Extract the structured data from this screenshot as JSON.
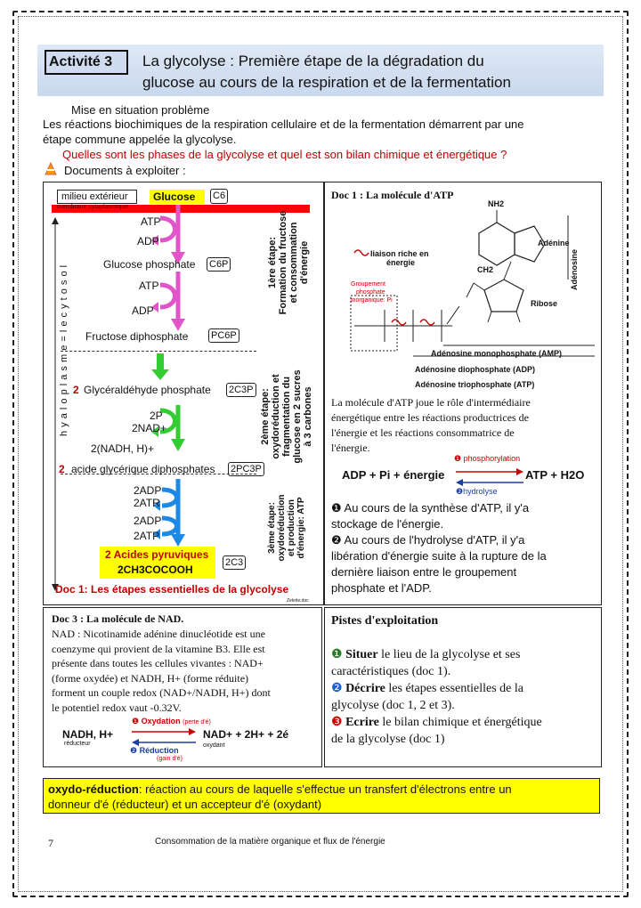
{
  "header": {
    "activity": "Activité 3",
    "title_line1": "La glycolyse : Première étape de la dégradation du",
    "title_line2": "glucose au cours de la respiration et de la fermentation"
  },
  "intro": {
    "heading": "Mise en situation problème",
    "text1": "Les réactions biochimiques de la respiration cellulaire et de la fermentation démarrent par une",
    "text2": "étape commune appelée la glycolyse.",
    "question": "Quelles sont les phases de la glycolyse et quel est son bilan chimique et énergétique ?",
    "documents": "Documents à exploiter :"
  },
  "doc1": {
    "milieu": "milieu extérieur",
    "glucose": "Glucose",
    "c6": "C6",
    "membrane": "membrane cytoplasmique",
    "atp1": "ATP",
    "adp1": "ADP",
    "g6p": "Glucose  phosphate",
    "c6p": "C6P",
    "atp2": "ATP",
    "adp2": "ADP",
    "fdp": "Fructose  diphosphate",
    "pc6p": "PC6P",
    "gap_num": "2",
    "gap": "Glycéraldéhyde  phosphate",
    "c3p": "2C3P",
    "p2": "2P",
    "nad2": "2NAD+",
    "nadh": "2(NADH, H)+",
    "agd_num": "2",
    "agd": "acide glycérique diphosphates",
    "pc3p": "2PC3P",
    "adp3": "2ADP",
    "atp3": "2ATR",
    "adp4": "2ADP",
    "atp4": "2ATP",
    "pyr": "2 Acides pyruviques",
    "pyr_formula": "2CH3COCOOH",
    "c3": "2C3",
    "caption": "Doc 1: Les étapes essentielles de la glycolyse",
    "hyaloplasme": "h y a l o p l a s m e   =   l e  c y t o s o l",
    "step1_a": "1ère étape:",
    "step1_b": "Formation du fructose",
    "step1_c": "et consommation",
    "step1_d": "d'énergie",
    "step2_a": "2ème étape:",
    "step2_b": "oxydoréduction et",
    "step2_c": "fragmentation du",
    "step2_d": "glucose en 2 sucres",
    "step2_e": "à 3 carbones",
    "step3_a": "3ème étape:",
    "step3_b": "oxydoréduction",
    "step3_c": "et production",
    "step3_d": "d'énergie: ATP",
    "watermark": "Zekrite.doc"
  },
  "doc1atp": {
    "title": "Doc 1 : La molécule d'ATP",
    "nh2": "NH2",
    "adenine": "Adénine",
    "adenosine": "Adénosine",
    "liaison": "liaison riche en",
    "energie": "énergie",
    "groupement": "Groupement",
    "phosphate": "phosphate",
    "inorganique": "inorganique: Pi",
    "ribose": "Ribose",
    "ch2": "CH2",
    "amp": "Adénosine monophosphate (AMP)",
    "adp": "Adénosine diophosphate (ADP)",
    "atp": "Adénosine triophosphate (ATP)",
    "p1": "La molécule d'ATP joue le rôle d'intermédiaire",
    "p2": "énergétique entre les réactions productrices de",
    "p3": "l'énergie et les réactions consommatrice de",
    "p4": "l'énergie.",
    "phospho": "phosphorylation",
    "eq_left": "ADP + Pi + énergie",
    "eq_right": "ATP + H2O",
    "hydro": "hydrolyse",
    "b1a": "❶ Au cours de la synthèse d'ATP, il y'a",
    "b1b": "stockage de l'énergie.",
    "b2a": "❷ Au cours de l'hydrolyse d'ATP, il y'a",
    "b2b": "libération d'énergie suite à la rupture de la",
    "b2c": "dernière liaison entre le groupement",
    "b2d": "phosphate et l'ADP."
  },
  "doc3": {
    "title": "Doc 3 : La molécule de NAD.",
    "l1": "NAD : Nicotinamide adénine dinucléotide est une",
    "l2": "coenzyme qui provient de la vitamine B3. Elle est",
    "l3": "présente dans toutes les cellules vivantes : NAD+",
    "l4": "(forme oxydée) et NADH, H+ (forme réduite)",
    "l5": "forment un couple redox (NAD+/NADH, H+) dont",
    "l6": "le potentiel redox vaut -0.32V.",
    "ox": "Oxydation",
    "ox_sub": "(perte d'é)",
    "left": "NADH, H+",
    "reducteur": "réducteur",
    "right": "NAD+  + 2H+  + 2é",
    "oxydant": "oxydant",
    "red": "Réduction",
    "red_sub": "(gain d'é)"
  },
  "pistes": {
    "title": "Pistes d'exploitation",
    "i1_bold": "Situer",
    "i1": " le lieu de la glycolyse et ses",
    "i1b": "caractéristiques (doc 1).",
    "i2_bold": "Décrire",
    "i2": " les étapes essentielles de la",
    "i2b": "glycolyse (doc 1, 2 et 3).",
    "i3_bold": "Ecrire",
    "i3": " le bilan chimique et énergétique",
    "i3b": "de la glycolyse (doc 1)"
  },
  "definition": {
    "term": "oxydo-réduction",
    "text1": ": réaction au cours de laquelle s'effectue un transfert d'électrons entre un",
    "text2": "donneur d'é (réducteur) et un accepteur d'é (oxydant)"
  },
  "footer": {
    "page": "7",
    "text": "Consommation de la matière organique et flux de l'énergie"
  },
  "colors": {
    "header_bg": "#c9d8ee",
    "membrane": "#ff0000",
    "pink_arrow": "#e055c8",
    "green_arrow": "#33cc33",
    "blue_arrow": "#1e88e5",
    "yellow": "#ffff00",
    "red_text": "#c00000"
  }
}
